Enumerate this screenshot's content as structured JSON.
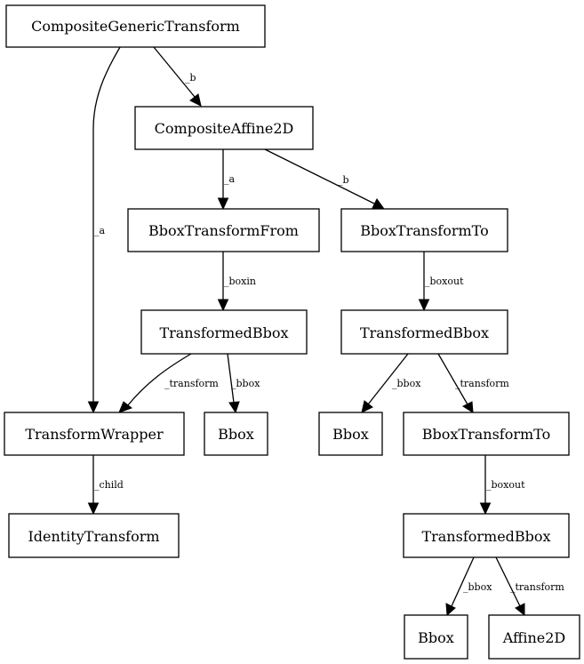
{
  "nodes": {
    "composite_generic_transform": "CompositeGenericTransform",
    "composite_affine_2d": "CompositeAffine2D",
    "bbox_transform_from": "BboxTransformFrom",
    "bbox_transform_to_1": "BboxTransformTo",
    "transformed_bbox_1": "TransformedBbox",
    "transformed_bbox_2": "TransformedBbox",
    "transform_wrapper": "TransformWrapper",
    "bbox_1": "Bbox",
    "bbox_2": "Bbox",
    "bbox_transform_to_2": "BboxTransformTo",
    "identity_transform": "IdentityTransform",
    "transformed_bbox_3": "TransformedBbox",
    "bbox_3": "Bbox",
    "affine_2d": "Affine2D"
  },
  "edges": {
    "cgt_to_ca2d": "_b",
    "cgt_to_tw": "_a",
    "ca2d_to_btf": "_a",
    "ca2d_to_btt1": "_b",
    "btf_to_tb1": "_boxin",
    "btt1_to_tb2": "_boxout",
    "tb1_to_tw": "_transform",
    "tb1_to_bbox1": "_bbox",
    "tb2_to_bbox2": "_bbox",
    "tb2_to_btt2": "_transform",
    "tw_to_it": "_child",
    "btt2_to_tb3": "_boxout",
    "tb3_to_bbox3": "_bbox",
    "tb3_to_affine": "_transform"
  }
}
